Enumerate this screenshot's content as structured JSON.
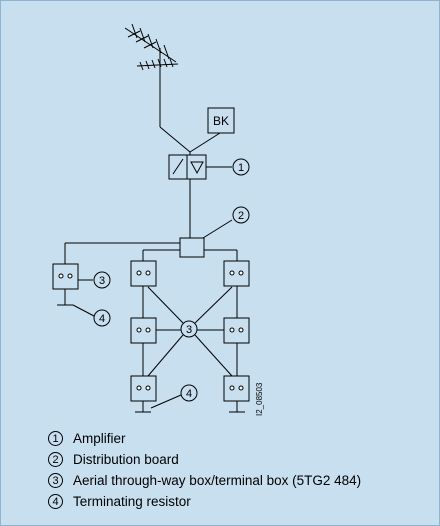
{
  "diagram": {
    "amplifier_label": "BK",
    "callout_1": "1",
    "callout_2": "2",
    "callout_3a": "3",
    "callout_3b": "3",
    "callout_4a": "4",
    "callout_4b": "4",
    "drawing_id": "I2_08503"
  },
  "legend": [
    {
      "num": "1",
      "text": "Amplifier"
    },
    {
      "num": "2",
      "text": "Distribution board"
    },
    {
      "num": "3",
      "text": "Aerial through-way box/terminal box (5TG2 484)"
    },
    {
      "num": "4",
      "text": "Terminating resistor"
    }
  ]
}
